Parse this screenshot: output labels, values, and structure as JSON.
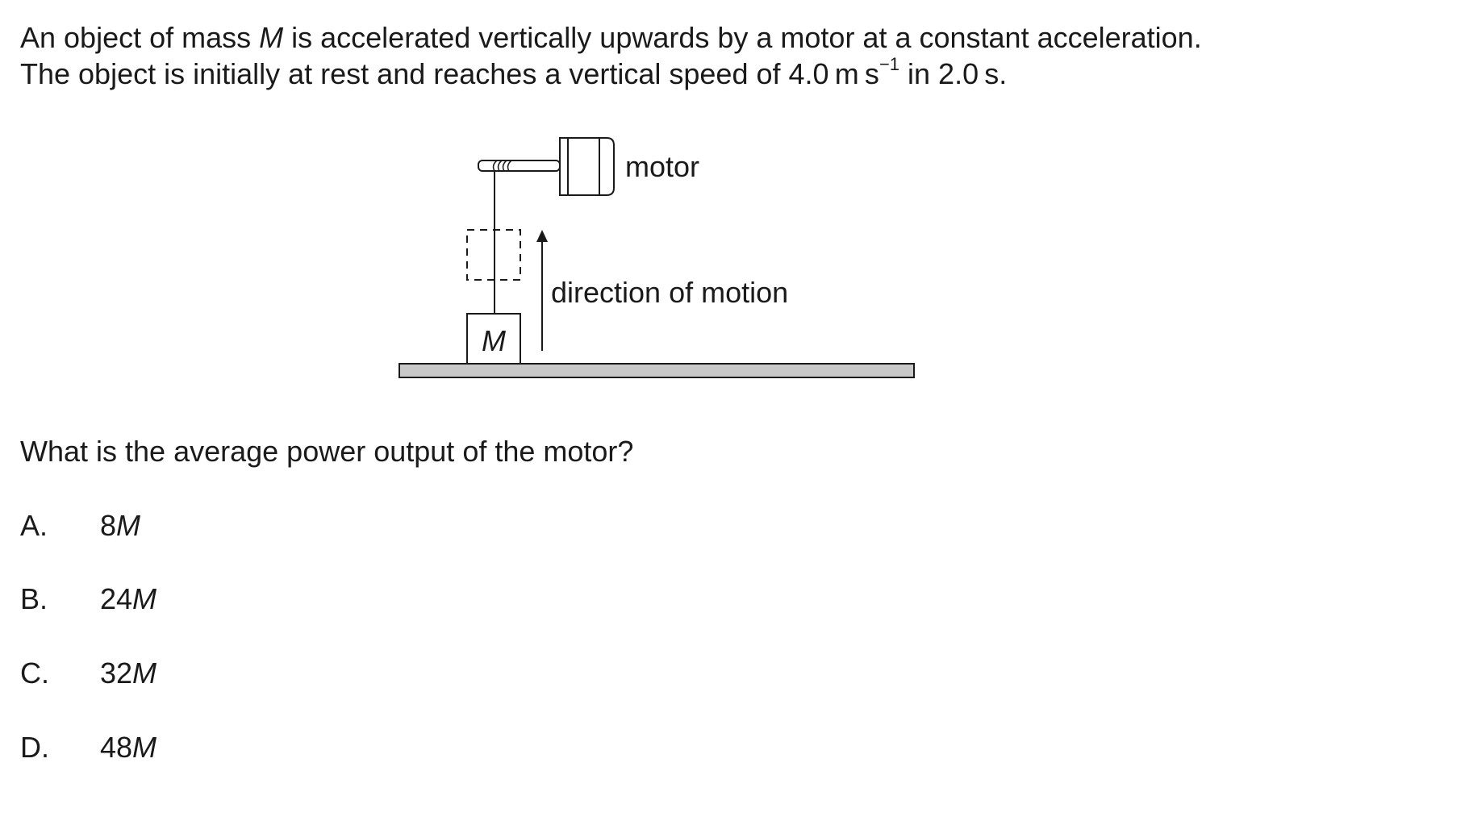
{
  "question": {
    "line1_a": "An object of mass ",
    "line1_var": "M",
    "line1_b": " is accelerated vertically upwards by a motor at a constant acceleration.",
    "line2_a": "The object is initially at rest and reaches a vertical speed of 4.0 m s",
    "line2_sup": "−1",
    "line2_b": " in 2.0 s.",
    "prompt": "What is the average power output of the motor?"
  },
  "diagram": {
    "motor_label": "motor",
    "direction_label": "direction of motion",
    "mass_label": "M",
    "ground_color": "#c8c8c8"
  },
  "options": [
    {
      "letter": "A.",
      "num": "8",
      "var": "M"
    },
    {
      "letter": "B.",
      "num": "24",
      "var": "M"
    },
    {
      "letter": "C.",
      "num": "32",
      "var": "M"
    },
    {
      "letter": "D.",
      "num": "48",
      "var": "M"
    }
  ]
}
